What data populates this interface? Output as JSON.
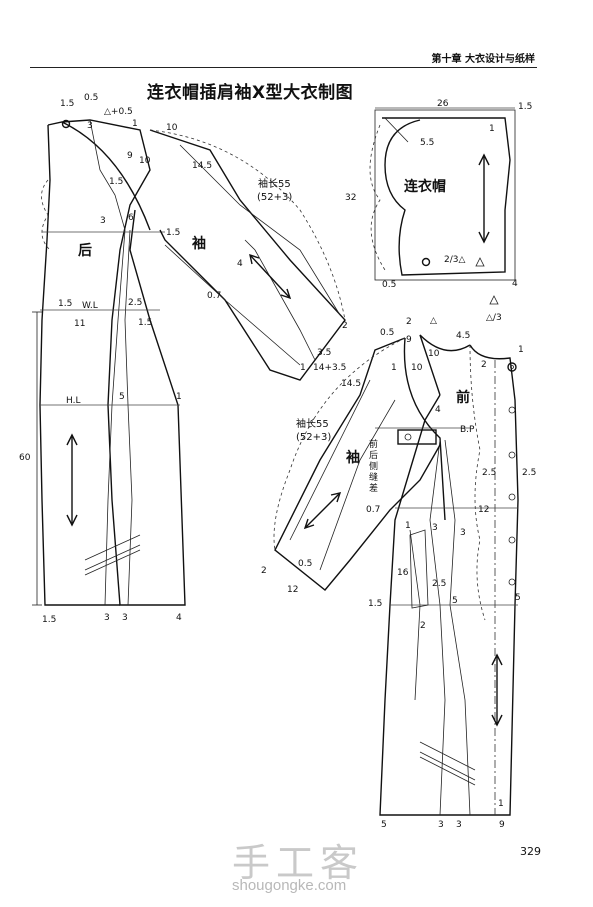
{
  "header": {
    "chapter": "第十章   大衣设计与纸样"
  },
  "title": "连衣帽插肩袖X型大衣制图",
  "page_number": "329",
  "watermark": {
    "cn": "手工客",
    "url": "shougongke.com"
  },
  "back_panel": {
    "name": "后",
    "sleeve": "袖",
    "sleeve_length": "袖长55",
    "sleeve_formula": "(52+3)",
    "waist_line": "W.L",
    "hip_line": "H.L",
    "labels": [
      "1.5",
      "0.5",
      "3",
      "△+0.5",
      "1",
      "10",
      "9",
      "10",
      "14.5",
      "1.5",
      "3",
      "6",
      "1.5",
      "4",
      "0.7",
      "2",
      "3.5",
      "1",
      "14+3.5",
      "1.5",
      "11",
      "2.5",
      "1.5",
      "5",
      "1",
      "60",
      "1.5",
      "3",
      "3",
      "4"
    ]
  },
  "hood": {
    "name": "连衣帽",
    "labels": [
      "26",
      "1.5",
      "1",
      "5.5",
      "32",
      "0.5",
      "2/3△",
      "4",
      "△/3"
    ]
  },
  "front_panel": {
    "name": "前",
    "sleeve": "袖",
    "sleeve_length": "袖长55",
    "sleeve_formula": "(52+3)",
    "bust_point": "B.P",
    "side_seam_note": [
      "前",
      "后",
      "侧",
      "缝",
      "差"
    ],
    "labels": [
      "2",
      "△",
      "0.5",
      "4.5",
      "1",
      "9",
      "10",
      "2",
      "1",
      "10",
      "14.5",
      "4",
      "0.7",
      "1",
      "3",
      "3",
      "12",
      "2.5",
      "2.5",
      "2",
      "0.5",
      "12",
      "16",
      "2.5",
      "2",
      "1.5",
      "5",
      "5",
      "5",
      "3",
      "3",
      "1",
      "9"
    ]
  }
}
